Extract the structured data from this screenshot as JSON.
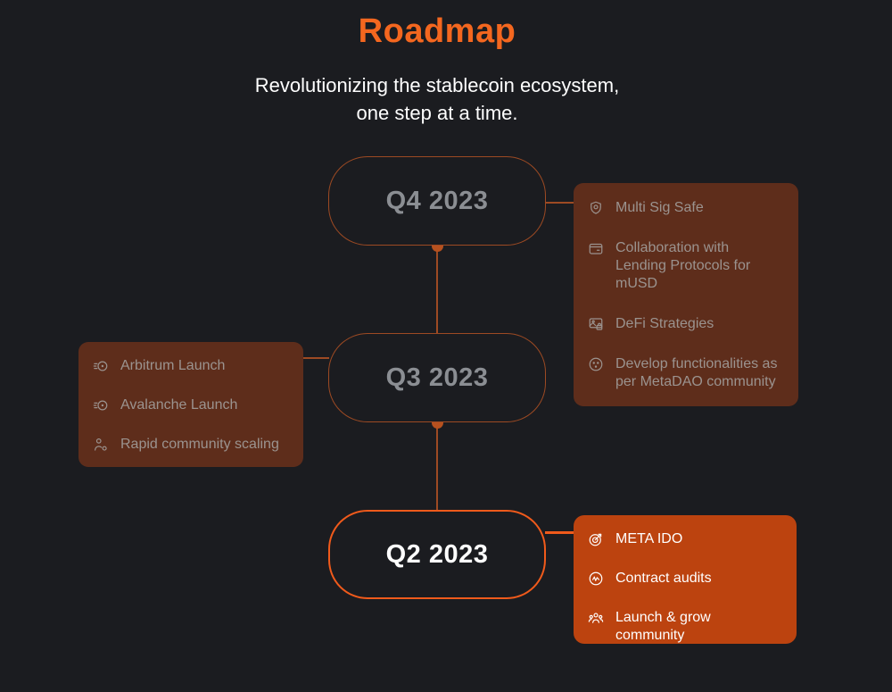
{
  "colors": {
    "bg": "#1b1c20",
    "title-orange": "#f4671f",
    "white": "#ffffff",
    "muted-line": "#9d4a23",
    "muted-text": "#8b8e93",
    "bright-orange": "#f05a1b",
    "panel-brown": "#5e2d1b",
    "panel-brown-text": "#9b938f",
    "panel-orange": "#bc430f",
    "dot": "#b6511f"
  },
  "header": {
    "title": "Roadmap",
    "subtitle_line1": "Revolutionizing the stablecoin ecosystem,",
    "subtitle_line2": "one step at a time."
  },
  "timeline": {
    "nodes": [
      {
        "id": "q4-2023",
        "label": "Q4 2023",
        "state": "upcoming"
      },
      {
        "id": "q3-2023",
        "label": "Q3 2023",
        "state": "upcoming"
      },
      {
        "id": "q2-2023",
        "label": "Q2 2023",
        "state": "current"
      }
    ],
    "panels": [
      {
        "id": "q4-details",
        "side": "right",
        "items": [
          {
            "icon": "shield-icon",
            "label": "Multi Sig Safe"
          },
          {
            "icon": "wallet-icon",
            "label": "Collaboration with Lending Protocols for mUSD"
          },
          {
            "icon": "image-lock-icon",
            "label": "DeFi Strategies"
          },
          {
            "icon": "face-icon",
            "label": "Develop functionalities as per MetaDAO community"
          }
        ]
      },
      {
        "id": "q3-details",
        "side": "left",
        "items": [
          {
            "icon": "launch-disc-icon",
            "label": "Arbitrum Launch"
          },
          {
            "icon": "launch-disc-icon",
            "label": "Avalanche Launch"
          },
          {
            "icon": "person-scaling-icon",
            "label": "Rapid community scaling"
          }
        ]
      },
      {
        "id": "q2-details",
        "side": "right",
        "items": [
          {
            "icon": "target-icon",
            "label": "META IDO"
          },
          {
            "icon": "audit-icon",
            "label": "Contract audits"
          },
          {
            "icon": "group-icon",
            "label": "Launch & grow community"
          }
        ]
      }
    ]
  }
}
